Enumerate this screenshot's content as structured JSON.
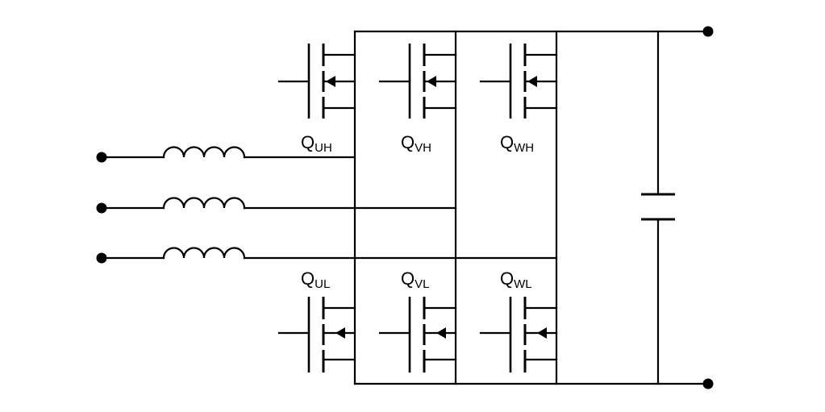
{
  "diagram": {
    "transistors": [
      {
        "id": "QUH",
        "label_main": "Q",
        "label_sub": "UH"
      },
      {
        "id": "QVH",
        "label_main": "Q",
        "label_sub": "VH"
      },
      {
        "id": "QWH",
        "label_main": "Q",
        "label_sub": "WH"
      },
      {
        "id": "QUL",
        "label_main": "Q",
        "label_sub": "UL"
      },
      {
        "id": "QVL",
        "label_main": "Q",
        "label_sub": "VL"
      },
      {
        "id": "QWL",
        "label_main": "Q",
        "label_sub": "WL"
      }
    ],
    "inductor_count": 3,
    "capacitor_count": 1,
    "stroke_color": "#000000",
    "background_color": "#ffffff"
  }
}
